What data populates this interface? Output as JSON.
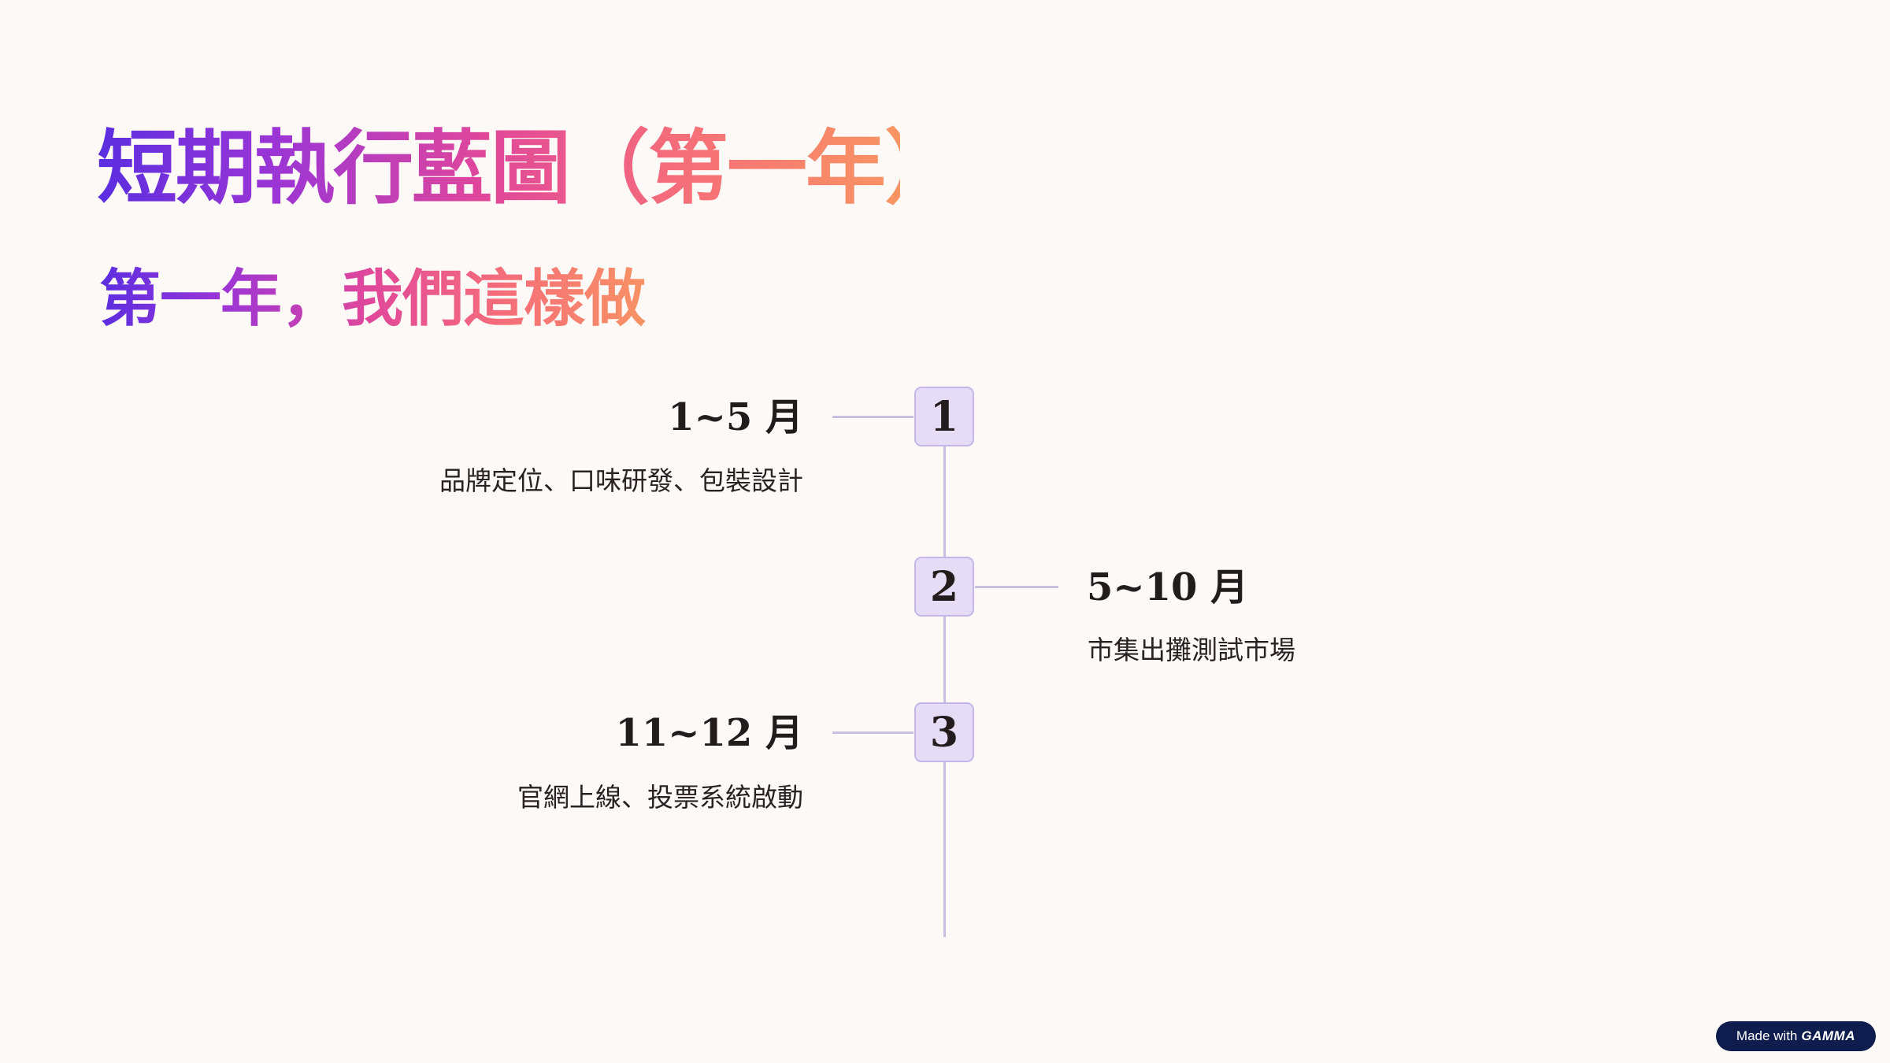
{
  "slide": {
    "title": "短期執行藍圖（第一年）",
    "subtitle": "第一年，我們這樣做"
  },
  "timeline": [
    {
      "number": "1",
      "heading": "1~5 月",
      "description": "品牌定位、口味研發、包裝設計",
      "side": "left"
    },
    {
      "number": "2",
      "heading": "5~10 月",
      "description": "市集出攤測試市場",
      "side": "right"
    },
    {
      "number": "3",
      "heading": "11~12 月",
      "description": "官網上線、投票系統啟動",
      "side": "left"
    }
  ],
  "badge": {
    "prefix": "Made with",
    "brand": "GAMMA"
  },
  "colors": {
    "background": "#fdf9f6",
    "gradient_start": "#5b2ee0",
    "gradient_end": "#f99562",
    "marker_fill": "#e5dcf6",
    "line": "#c9bfe0",
    "badge_bg": "#0e1d4d"
  }
}
